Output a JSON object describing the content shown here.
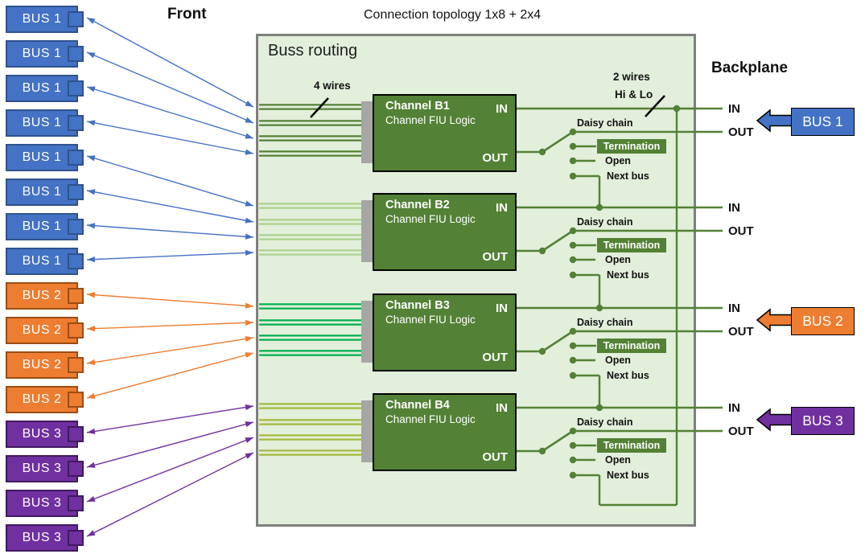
{
  "title": "Connection topology 1x8 + 2x4",
  "front": {
    "label": "Front"
  },
  "routing": {
    "label": "Buss routing"
  },
  "annotations": {
    "left_wires": "4 wires",
    "right_wires_line1": "2 wires",
    "right_wires_line2": "Hi & Lo"
  },
  "front_bus_groups": [
    {
      "label": "BUS 1",
      "count": 8,
      "fill": "#4472C4",
      "border": "#2F528F",
      "arrow": "#4472C4"
    },
    {
      "label": "BUS 2",
      "count": 4,
      "fill": "#ED7D31",
      "border": "#9C4D12",
      "arrow": "#ED7D31"
    },
    {
      "label": "BUS 3",
      "count": 4,
      "fill": "#7030A0",
      "border": "#3F1A5E",
      "arrow": "#7030A0"
    }
  ],
  "channels": [
    {
      "name": "Channel B1",
      "subtitle": "Channel FIU Logic",
      "in_label": "IN",
      "out_label": "OUT",
      "wire_color": "#538135"
    },
    {
      "name": "Channel B2",
      "subtitle": "Channel FIU Logic",
      "in_label": "IN",
      "out_label": "OUT",
      "wire_color": "#A9D18E"
    },
    {
      "name": "Channel B3",
      "subtitle": "Channel FIU Logic",
      "in_label": "IN",
      "out_label": "OUT",
      "wire_color": "#00B050"
    },
    {
      "name": "Channel B4",
      "subtitle": "Channel FIU Logic",
      "in_label": "IN",
      "out_label": "OUT",
      "wire_color": "#A3B93C"
    }
  ],
  "switch": {
    "daisy": "Daisy chain",
    "termination": "Termination",
    "open": "Open",
    "next_bus": "Next bus"
  },
  "backplane": {
    "label": "Backplane",
    "ports": [
      {
        "in_label": "IN",
        "out_label": "OUT",
        "bus": {
          "label": "BUS 1",
          "fill": "#4472C4"
        }
      },
      {
        "in_label": "IN",
        "out_label": "OUT",
        "bus": null
      },
      {
        "in_label": "IN",
        "out_label": "OUT",
        "bus": {
          "label": "BUS 2",
          "fill": "#ED7D31"
        }
      },
      {
        "in_label": "IN",
        "out_label": "OUT",
        "bus": {
          "label": "BUS 3",
          "fill": "#7030A0"
        }
      }
    ]
  },
  "colors": {
    "routing_fill": "#E2EFDA",
    "routing_border": "#7F7F7F",
    "channel_fill": "#538135",
    "circuit": "#538135",
    "connector_gray": "#A6A6A6",
    "slash": "#000000",
    "text": "#111111"
  }
}
